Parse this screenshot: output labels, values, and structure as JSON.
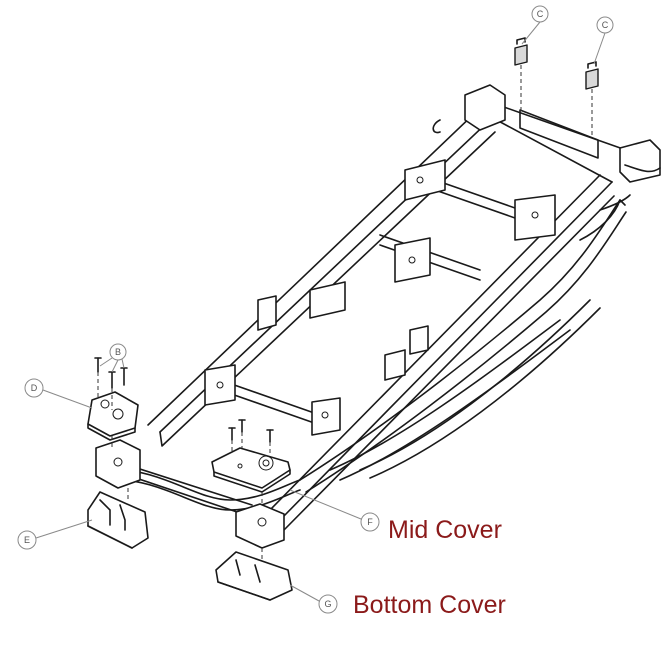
{
  "callouts": {
    "b": "B",
    "c1": "C",
    "c2": "C",
    "d": "D",
    "e": "E",
    "f": "F",
    "g": "G"
  },
  "labels": {
    "mid_cover": "Mid Cover",
    "bottom_cover": "Bottom Cover"
  },
  "colors": {
    "label": "#8b1a1a",
    "line": "#1a1a1a",
    "callout": "#8a8a8a"
  }
}
